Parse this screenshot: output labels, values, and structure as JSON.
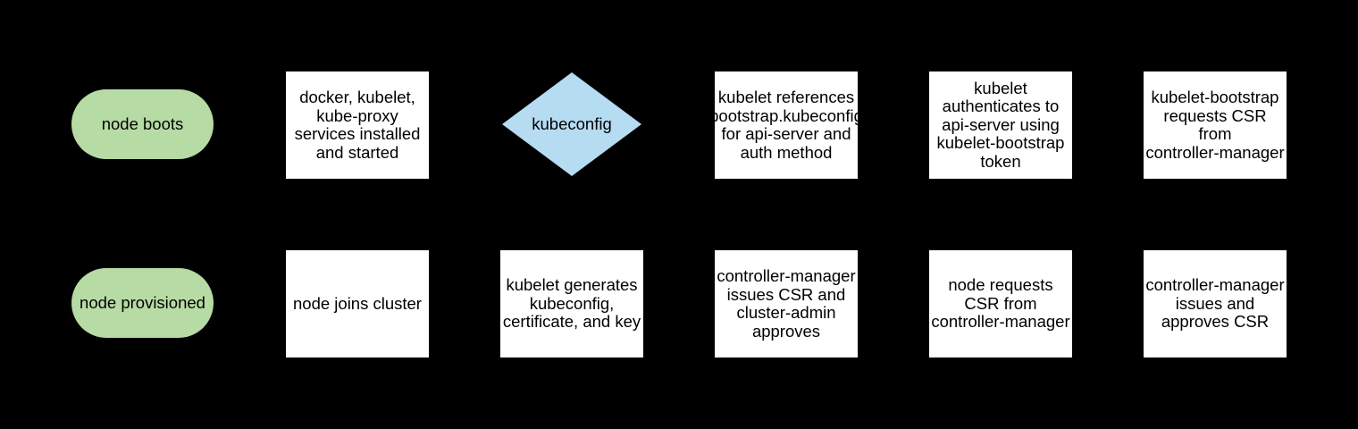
{
  "diagram": {
    "description": "kubelet TLS bootstrapping flowchart",
    "background_color": "#000000",
    "shape_colors": {
      "terminator_fill": "#b7dba4",
      "decision_fill": "#b6dcf2",
      "process_fill": "#ffffff",
      "text_color": "#000000"
    },
    "top_row": {
      "node_boots": "node boots",
      "services_installed": "docker, kubelet,\nkube-proxy\nservices installed\nand started",
      "kubeconfig_decision": "kubeconfig",
      "kubelet_references": "kubelet references\nbootstrap.kubeconfig\nfor api-server and\nauth method",
      "kubelet_authenticates": "kubelet\nauthenticates to\napi-server using\nkubelet-bootstrap\ntoken",
      "bootstrap_requests_csr": "kubelet-bootstrap\nrequests CSR\nfrom\ncontroller-manager"
    },
    "bottom_row": {
      "node_provisioned": "node provisioned",
      "node_joins_cluster": "node joins cluster",
      "kubelet_generates": "kubelet generates\nkubeconfig,\ncertificate, and key",
      "cm_issues_admin_approves": "controller-manager\nissues CSR and\ncluster-admin\napproves",
      "node_requests_csr": "node requests\nCSR from\ncontroller-manager",
      "cm_issues_approves": "controller-manager\nissues and\napproves CSR"
    }
  }
}
